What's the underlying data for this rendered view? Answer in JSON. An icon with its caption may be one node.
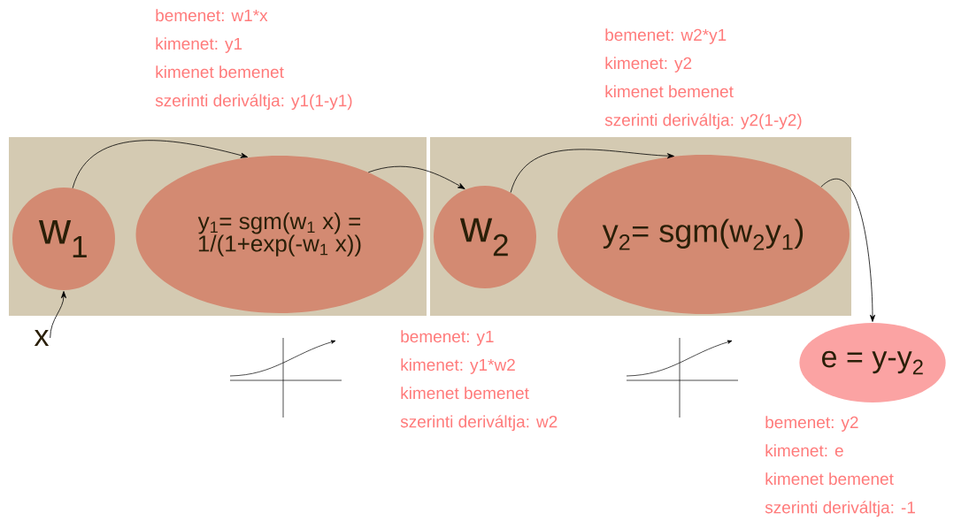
{
  "diagram": {
    "nodes": [
      {
        "text": [],
        "shape": "box"
      },
      {
        "text": [],
        "shape": "box"
      },
      {
        "text": [
          "w$_{1}$"
        ],
        "in": 0
      },
      {
        "text": [
          "y$_{1}$= sgm(w$_{1}$ x) = 1/(1+exp(-w$_{1}$ x))"
        ],
        "in": 0
      },
      {
        "text": [
          "w$_{2}$"
        ],
        "in": 1
      },
      {
        "text": [
          "y$_{2}$= sgm(w$_{2}$y$_{1}$)"
        ],
        "in": 1
      },
      {
        "text": [
          "e = y-y$_{2}$"
        ]
      },
      {
        "text": [
          "x"
        ]
      }
    ],
    "edges": [
      {
        "from": 7,
        "to": 2,
        "arrow": "to"
      },
      {
        "from": 2,
        "to": 3,
        "arrow": "to"
      },
      {
        "from": 3,
        "to": 4,
        "arrow": "to"
      },
      {
        "from": 4,
        "to": 5,
        "arrow": "to"
      },
      {
        "from": 5,
        "to": 6,
        "arrow": "to"
      }
    ],
    "labels": [
      "bemenet: w1*x",
      "kimenet: y1",
      "kimenet bemenet",
      "szerinti deriváltja: y1(1-y1)",
      "bemenet: w2*y1",
      "kimenet: y2",
      "kimenet bemenet",
      "szerinti deriváltja: y2(1-y2)",
      "bemenet: y1",
      "kimenet: y1*w2",
      "kimenet bemenet",
      "szerinti deriváltja: w2",
      "bemenet: y2",
      "kimenet: e",
      "kimenet bemenet",
      "szerinti deriváltja: -1"
    ]
  }
}
